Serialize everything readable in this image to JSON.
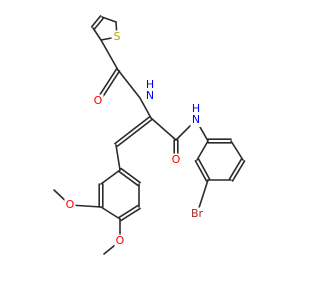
{
  "atoms": [
    {
      "id": "S1",
      "label": "S",
      "color": "#b5a400"
    },
    {
      "id": "O1",
      "label": "O",
      "color": "#ff0000"
    },
    {
      "id": "N1",
      "label": "H\nN",
      "color": "#0000ff"
    },
    {
      "id": "N2",
      "label": "H\nN",
      "color": "#0000ff"
    },
    {
      "id": "O2",
      "label": "O",
      "color": "#ff0000"
    },
    {
      "id": "O3",
      "label": "O",
      "color": "#ff0000"
    },
    {
      "id": "O4",
      "label": "O",
      "color": "#ff0000"
    },
    {
      "id": "Br",
      "label": "Br",
      "color": "#a52a2a"
    }
  ]
}
